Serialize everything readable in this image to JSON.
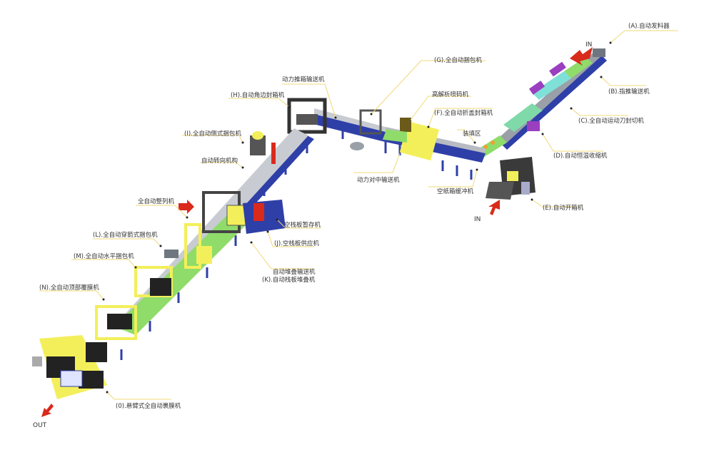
{
  "labels": {
    "A": "(A).自动发料器",
    "B": "(B).指推输送机",
    "C": "(C).全自动运动刀封切机",
    "D": "(D).自动恒温收缩机",
    "E": "(E).自动开箱机",
    "F": "(F).全自动折盖封箱机",
    "G": "(G).全自动捆包机",
    "H": "(H).自动角边封箱机",
    "I": "(I).全自动侧式捆包机",
    "J": "(J).空栈板供应机",
    "K": "(K).自动栈板堆叠机",
    "L": "(L).全自动穿箭式捆包机",
    "M": "(M).全自动水平捆包机",
    "N": "(N).全自动顶部覆膜机",
    "O": "(0).悬臂式全自动裹膜机",
    "filling_zone": "装填区",
    "carton_buffer": "空纸箱缓冲机",
    "coder": "高解析喷码机",
    "centering_conveyor": "动力对中输送机",
    "push_conveyor": "动力推箱输送机",
    "turning": "自动转向机构",
    "aligner": "全自动整列机",
    "pallet_storage": "空栈板暂存机",
    "stack_conveyor": "自动堆叠输送机"
  },
  "flow": {
    "in_top": "IN",
    "in_bottom": "IN",
    "out": "OUT"
  },
  "colors": {
    "frame": "#2f3fa8",
    "roller": "#6f7680",
    "green": "#8fdc6a",
    "yellow": "#f3ef5a",
    "red": "#d92a1c",
    "purple": "#9a3fc0",
    "leader": "#f0d878"
  }
}
